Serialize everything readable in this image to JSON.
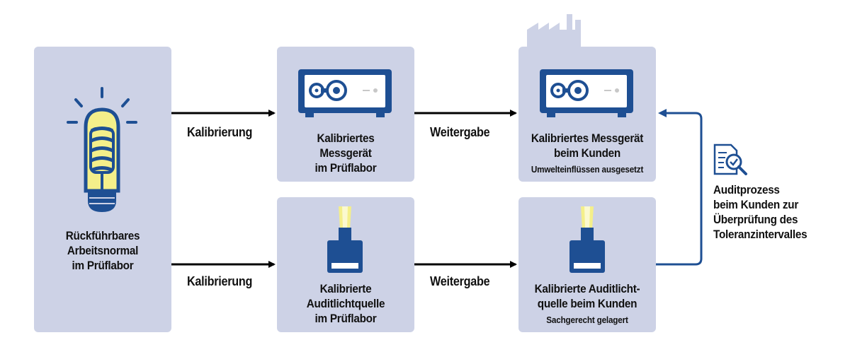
{
  "nodes": {
    "standard": {
      "line1": "Rückführbares",
      "line2": "Arbeitsnormal",
      "line3": "im Prüflabor"
    },
    "meter_lab": {
      "line1": "Kalibriertes",
      "line2": "Messgerät",
      "line3": "im Prüflabor"
    },
    "meter_customer": {
      "line1": "Kalibriertes Messgerät",
      "line2": "beim Kunden",
      "note": "Umwelteinflüssen ausgesetzt"
    },
    "light_lab": {
      "line1": "Kalibrierte",
      "line2": "Auditlichtquelle",
      "line3": "im Prüflabor"
    },
    "light_customer": {
      "line1": "Kalibrierte Auditlicht-",
      "line2": "quelle beim Kunden",
      "note": "Sachgerecht gelagert"
    }
  },
  "edges": {
    "cal_top": "Kalibrierung",
    "cal_bottom": "Kalibrierung",
    "pass_top": "Weitergabe",
    "pass_bottom": "Weitergabe"
  },
  "audit": {
    "line1": "Auditprozess",
    "line2": "beim Kunden zur",
    "line3": "Überprüfung des",
    "line4": "Toleranzintervalles"
  },
  "colors": {
    "box": "#cdd2e6",
    "navy": "#1e4f93",
    "yellow": "#f4ef8a",
    "arrow": "#000000"
  }
}
